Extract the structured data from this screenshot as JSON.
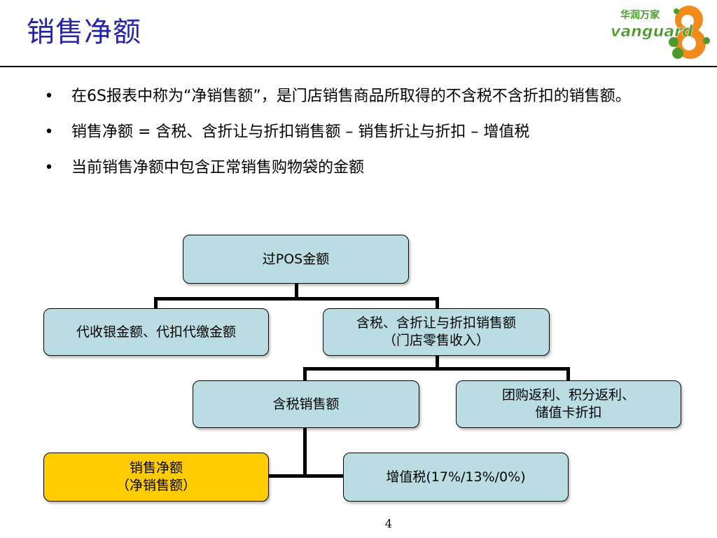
{
  "slide": {
    "title": "销售净额",
    "page_number": "4"
  },
  "logo": {
    "brand_cn": "华润万家",
    "brand_en": "vanguard",
    "colors": {
      "green": "#4a9a2c",
      "orange": "#f08a1c",
      "white": "#ffffff"
    }
  },
  "bullets": [
    {
      "text": "在6S报表中称为“净销售额”，是门店销售商品所取得的不含税不含折扣的销售额。"
    },
    {
      "text": "销售净额 = 含税、含折让与折扣销售额 – 销售折让与折扣 – 增值税"
    },
    {
      "text": "当前销售净额中包含正常销售购物袋的金额"
    }
  ],
  "diagram": {
    "colors": {
      "box_fill": "#b9dde3",
      "highlight_fill": "#ffcc00",
      "line": "#000000",
      "title": "#2525a6"
    },
    "nodes": {
      "pos_amount": "过POS金额",
      "collection_amount": "代收银金额、代扣代缴金额",
      "tax_incl_discount_sales": "含税、含折让与折扣销售额\n（门店零售收入）",
      "tax_incl_sales": "含税销售额",
      "rebates": "团购返利、积分返利、\n储值卡折扣",
      "net_sales": "销售净额\n（净销售额）",
      "vat": "增值税(17%/13%/0%)"
    }
  }
}
